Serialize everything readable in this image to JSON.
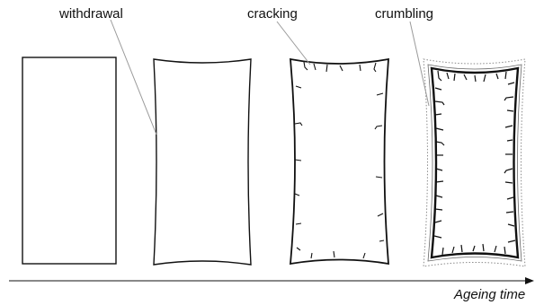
{
  "labels": {
    "withdrawal": "withdrawal",
    "cracking": "cracking",
    "crumbling": "crumbling",
    "time_axis": "Ageing time"
  },
  "colors": {
    "stroke": "#111111",
    "leader": "#9a9a9a",
    "dotted": "#8a8a8a"
  }
}
